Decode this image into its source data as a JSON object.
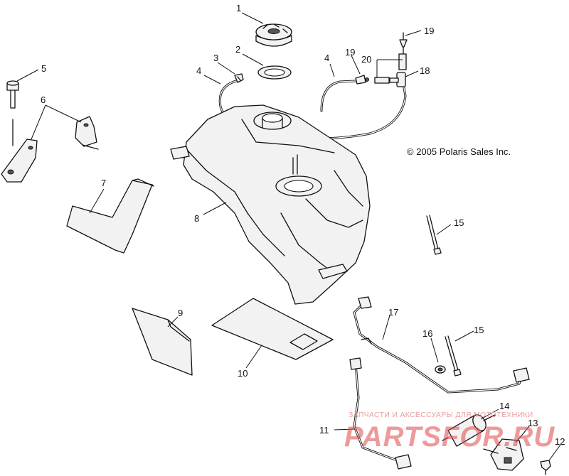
{
  "copyright": "© 2005 Polaris Sales Inc.",
  "watermark": {
    "tagline": "ЗАПЧАСТИ И АКСЕССУАРЫ ДЛЯ МОТОТЕХНИКИ",
    "brand": "PARTSFOR.RU"
  },
  "callouts": {
    "c1": "1",
    "c2": "2",
    "c3": "3",
    "c4a": "4",
    "c4b": "4",
    "c5": "5",
    "c6": "6",
    "c7": "7",
    "c8": "8",
    "c9": "9",
    "c10": "10",
    "c11": "11",
    "c12": "12",
    "c13": "13",
    "c14": "14",
    "c15a": "15",
    "c15b": "15",
    "c16": "16",
    "c17": "17",
    "c18": "18",
    "c19a": "19",
    "c19b": "19",
    "c20": "20"
  }
}
